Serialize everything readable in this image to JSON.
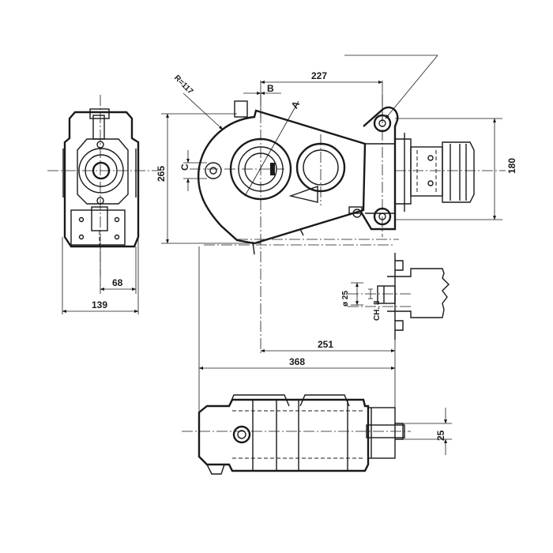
{
  "dimensions": {
    "d227": "227",
    "b": "B",
    "a": "A",
    "radius": "R=117",
    "c": "C",
    "d265": "265",
    "d180": "180",
    "d68": "68",
    "d139": "139",
    "d251": "251",
    "d368": "368",
    "dia25": "ø 25",
    "ch8": "CH. 8",
    "d25": "25"
  },
  "colors": {
    "ink": "#1a1a1a",
    "paper": "#ffffff"
  }
}
